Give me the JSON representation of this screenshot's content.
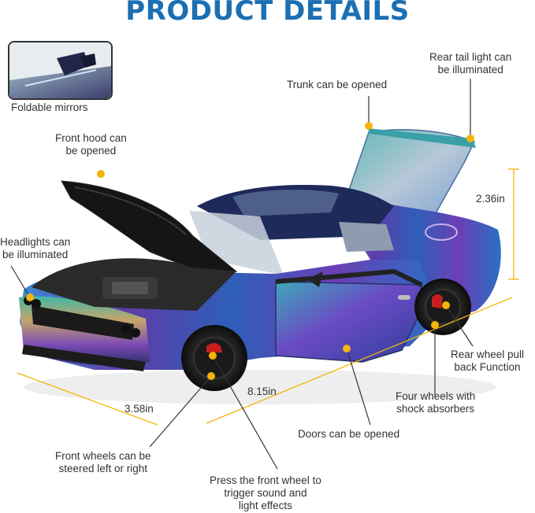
{
  "title": "PRODUCT DETAILS",
  "colors": {
    "title": "#1b6fb3",
    "callout_dot": "#f5b40a",
    "line": "#333333",
    "dimension_line": "#f5b40a"
  },
  "callouts": {
    "mirrors": "Foldable mirrors",
    "hood_line1": "Front hood can",
    "hood_line2": "be opened",
    "headlights_line1": "Headlights can",
    "headlights_line2": "be illuminated",
    "trunk": "Trunk can be opened",
    "taillight_line1": "Rear tail light can",
    "taillight_line2": "be illuminated",
    "rear_wheel_line1": "Rear wheel pull",
    "rear_wheel_line2": "back Function",
    "shock_line1": "Four wheels with",
    "shock_line2": "shock absorbers",
    "doors": "Doors can be opened",
    "steer_line1": "Front wheels can be",
    "steer_line2": "steered left or right",
    "press_line1": "Press the front wheel to",
    "press_line2": "trigger sound and",
    "press_line3": "light effects"
  },
  "dimensions": {
    "height": "2.36in",
    "length": "8.15in",
    "width": "3.58in"
  }
}
